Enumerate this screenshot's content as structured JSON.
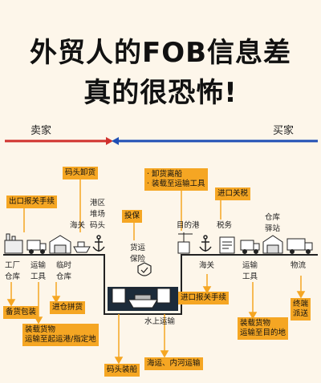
{
  "title": {
    "line1": "外贸人的FOB信息差",
    "line2": "真的很恐怖!"
  },
  "parties": {
    "seller": "卖家",
    "buyer": "买家"
  },
  "colors": {
    "background": "#fdf6ea",
    "seller_arrow": "#d0312d",
    "buyer_arrow": "#1f4fb5",
    "callout": "#f5a623",
    "water": "#1c2b3a"
  },
  "stations_top": {
    "customs_left": "海关",
    "port_area": [
      "港区",
      "堆场",
      "码头"
    ],
    "destination_port": "目的港",
    "tax": "税务",
    "warehouse_post": [
      "仓库",
      "驿站"
    ]
  },
  "stations_bottom": {
    "factory": [
      "工厂",
      "仓库"
    ],
    "transport_left": [
      "运输",
      "工具"
    ],
    "temp_warehouse": [
      "临时",
      "仓库"
    ],
    "cargo_insurance": [
      "货运",
      "保险"
    ],
    "water_transport": "水上运输",
    "customs_right": "海关",
    "transport_right": [
      "运输",
      "工具"
    ],
    "logistics": "物流"
  },
  "callouts": {
    "dock_unload": "码头卸货",
    "export_declaration": "出口报关手续",
    "unload_items": [
      "· 卸货离船",
      "· 装载至运输工具"
    ],
    "import_tax": "进口关税",
    "insure": "投保",
    "packing": "备货包装",
    "consolidation": "进仓拼货",
    "load_ship_left": [
      "装载货物",
      "运输至起运港/指定地"
    ],
    "dock_loading": "码头装船",
    "sea_river": "海运、内河运输",
    "import_declaration": "进口报关手续",
    "load_ship_right": [
      "装载货物",
      "运输至目的地"
    ],
    "final_delivery": [
      "终端",
      "派送"
    ]
  }
}
